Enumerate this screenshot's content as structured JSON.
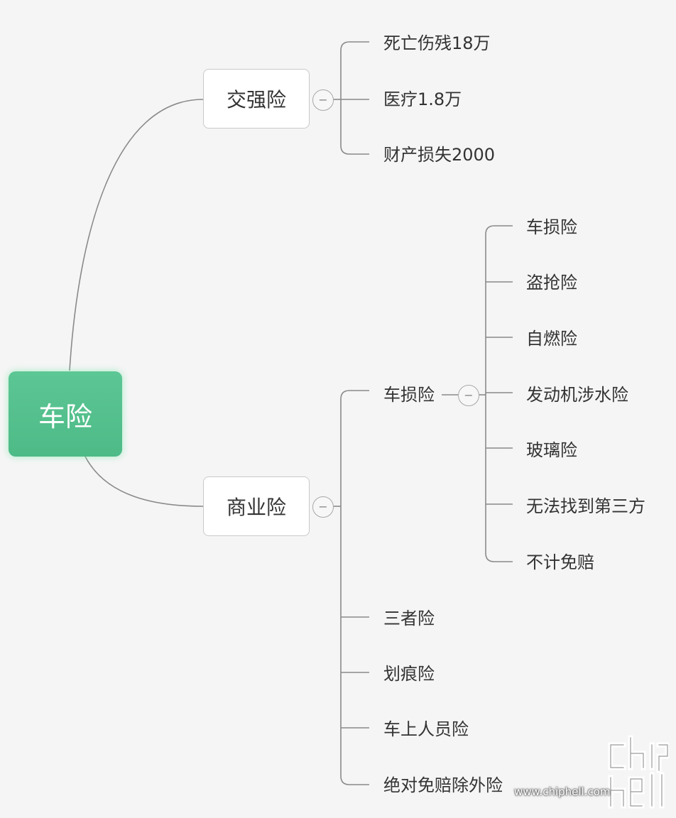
{
  "root": {
    "label": "车险",
    "color": "#52bf8a"
  },
  "branches": {
    "compulsory": {
      "label": "交强险",
      "collapse_symbol": "−",
      "items": [
        "死亡伤残18万",
        "医疗1.8万",
        "财产损失2000"
      ]
    },
    "commercial": {
      "label": "商业险",
      "collapse_symbol": "−",
      "items": [
        "车损险",
        "三者险",
        "划痕险",
        "车上人员险",
        "绝对免赔除外险"
      ],
      "sub": {
        "label": "车损险",
        "collapse_symbol": "−",
        "items": [
          "车损险",
          "盗抢险",
          "自燃险",
          "发动机涉水险",
          "玻璃险",
          "无法找到第三方",
          "不计免赔"
        ]
      }
    }
  },
  "watermark": {
    "url": "www.chiphell.com"
  },
  "colors": {
    "line": "#888888",
    "root_fill": "#52bf8a",
    "box_border": "#c9c9c9"
  }
}
